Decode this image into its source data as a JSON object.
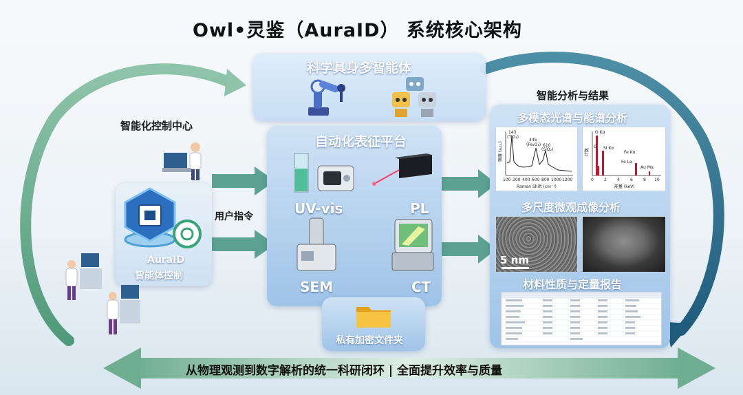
{
  "title": "Owl•灵鉴（AuraID） 系统核心架构",
  "agents_panel": {
    "title": "科学具身多智能体"
  },
  "control_center": {
    "title": "智能化控制中心",
    "line1": "AuraID",
    "line2": "智能体控制"
  },
  "user_command": "用户指令",
  "platform": {
    "title": "自动化表征平台",
    "instruments": [
      "UV-vis",
      "PL",
      "SEM",
      "CT"
    ]
  },
  "folder": {
    "label": "私有加密文件夹"
  },
  "results": {
    "heading": "智能分析与结果",
    "spectro": {
      "title": "多模态光谱与能谱分析"
    },
    "imaging": {
      "title": "多尺度微观成像分析",
      "scale_bar": "5 nm"
    },
    "report": {
      "title": "材料性质与定量报告"
    }
  },
  "raman": {
    "ylabel": "强度 (a.u.)",
    "xlabel": "Raman Shift (cm⁻¹)",
    "ticks": [
      "100",
      "200",
      "400",
      "600",
      "800",
      "1000",
      "1200"
    ],
    "peaks": [
      {
        "pos": "143",
        "sub": "(TiO₂)"
      },
      {
        "pos": "445",
        "sub": "(Fe₂O₃)"
      },
      {
        "pos": "610",
        "sub": "(SiO₂)"
      }
    ]
  },
  "eds": {
    "ylabel": "计数",
    "xlabel": "能量 (keV)",
    "ticks": [
      "0",
      "2",
      "4",
      "6",
      "8",
      "10"
    ],
    "labels": [
      "O Kα",
      "Si Kα",
      "Fe Kα",
      "Fe Lα",
      "Au Mα",
      "O"
    ]
  },
  "bottom_banner": "从物理观测到数字解析的统一科研闭环 | 全面提升效率与质量",
  "colors": {
    "accent_green": "#5fa88a",
    "accent_blue": "#2f6f95",
    "panel_blue": "#9fc4e8"
  }
}
